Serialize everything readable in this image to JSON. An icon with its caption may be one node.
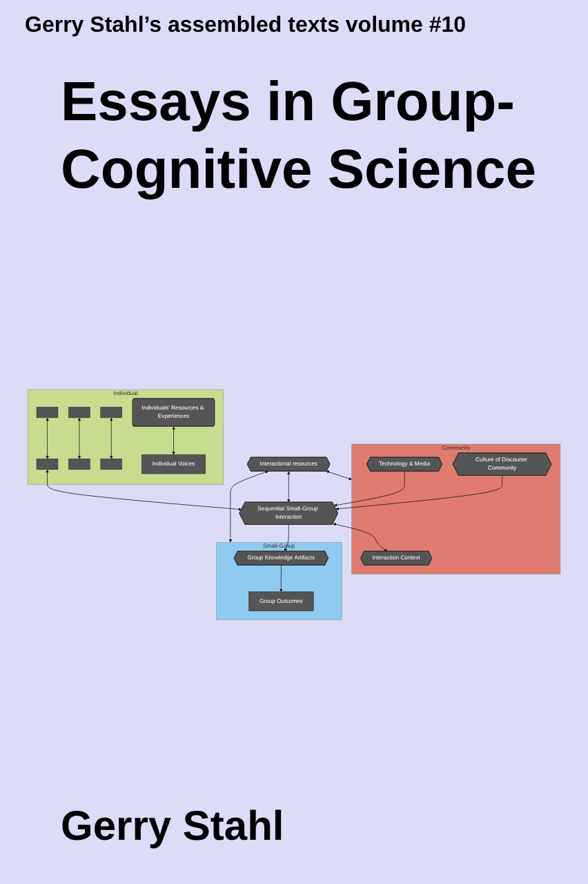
{
  "diagram": {
    "title": "Essays in Group-Cognitive Science",
    "nodes": [
      {
        "text": [
          "Small-Group"
        ]
      },
      {
        "text": [
          "Group Knowledge Artifacts"
        ],
        "in": 0
      },
      {
        "text": [
          "Group Outcomes"
        ],
        "in": 0
      },
      {
        "text": [
          "Interactional resources"
        ]
      },
      {
        "text": [
          "Sequential Small-Group Interaction"
        ]
      },
      {
        "text": [
          "Community"
        ]
      },
      {
        "text": [
          "Interaction Context"
        ],
        "in": 5
      },
      {
        "text": [
          "Technology & Media"
        ],
        "in": 5
      },
      {
        "text": [
          "Culture of Discourse Community"
        ],
        "in": 5
      },
      {
        "text": [
          "Individual"
        ]
      },
      {
        "text": [],
        "shape": "box",
        "in": 9
      },
      {
        "text": [],
        "shape": "box",
        "in": 9
      },
      {
        "text": [],
        "shape": "box",
        "in": 9
      },
      {
        "text": [
          "Individuals’ Resources & Experiences"
        ],
        "in": 9
      },
      {
        "text": [],
        "shape": "box",
        "in": 9
      },
      {
        "text": [],
        "shape": "box",
        "in": 9
      },
      {
        "text": [],
        "shape": "box",
        "in": 9
      },
      {
        "text": [
          "Individual Voices"
        ],
        "in": 9
      }
    ],
    "edges": [
      {
        "from": 1,
        "to": 2,
        "arrow": "to"
      },
      {
        "from": 4,
        "to": 1,
        "arrow": "to"
      },
      {
        "from": 3,
        "to": 0,
        "arrow": "both"
      },
      {
        "from": 3,
        "to": 4,
        "arrow": "both"
      },
      {
        "from": 3,
        "to": 5,
        "arrow": "both"
      },
      {
        "from": 4,
        "to": 6,
        "arrow": "both"
      },
      {
        "from": 7,
        "to": 4,
        "arrow": "to"
      },
      {
        "from": 8,
        "to": 4,
        "arrow": "to"
      },
      {
        "from": 14,
        "to": 4,
        "arrow": "both"
      },
      {
        "from": 10,
        "to": 14,
        "arrow": "both"
      },
      {
        "from": 11,
        "to": 15,
        "arrow": "both"
      },
      {
        "from": 12,
        "to": 16,
        "arrow": "both"
      },
      {
        "from": 13,
        "to": 17,
        "arrow": "both"
      }
    ],
    "labels": [
      "Gerry Stahl’s assembled texts volume #10",
      "Gerry Stahl"
    ]
  }
}
